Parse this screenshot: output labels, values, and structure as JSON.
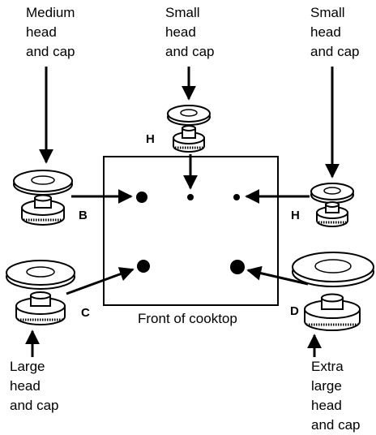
{
  "labels": {
    "medium": "Medium\nhead\nand cap",
    "small_top": "Small\nhead\nand cap",
    "small_right": "Small\nhead\nand cap",
    "large": "Large\nhead\nand cap",
    "extra_large": "Extra\nlarge\nhead\nand cap",
    "front": "Front of cooktop"
  },
  "letters": {
    "H_top": "H",
    "B": "B",
    "H_right": "H",
    "C": "C",
    "D": "D"
  }
}
